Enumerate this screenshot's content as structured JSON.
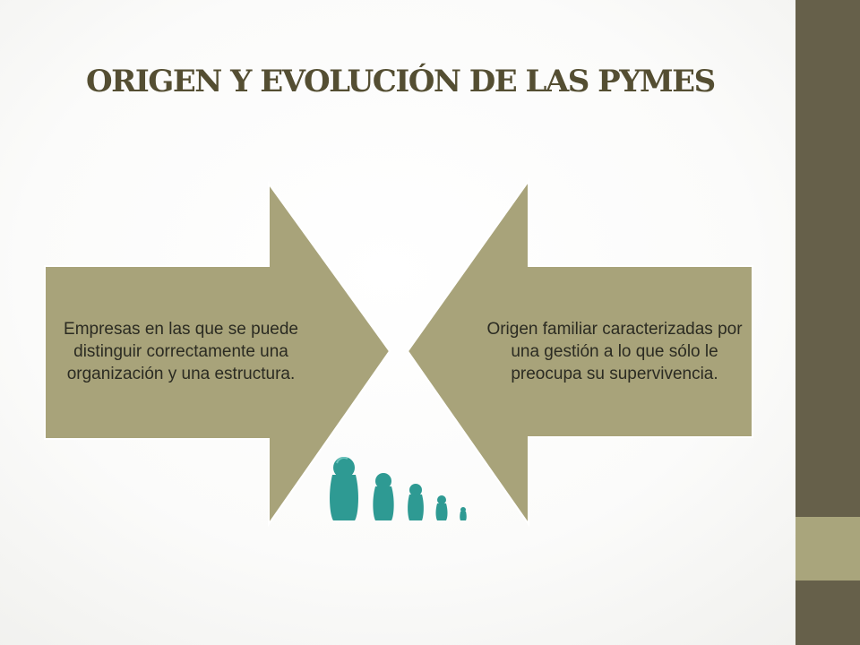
{
  "slide": {
    "title": "ORIGEN Y EVOLUCIÓN DE LAS PYMES",
    "left_arrow_text": "Empresas en las que se puede distinguir correctamente una organización y una estructura.",
    "right_arrow_text": "Origen familiar caracterizadas por una gestión a lo que sólo le preocupa su supervivencia."
  },
  "colors": {
    "sidebar": "#66604a",
    "sidebar_accent": "#a9a57c",
    "arrow_fill": "#a8a37a",
    "title": "#544e32",
    "doll": "#2e9a93"
  },
  "icons": [
    "nesting-dolls-icon"
  ]
}
